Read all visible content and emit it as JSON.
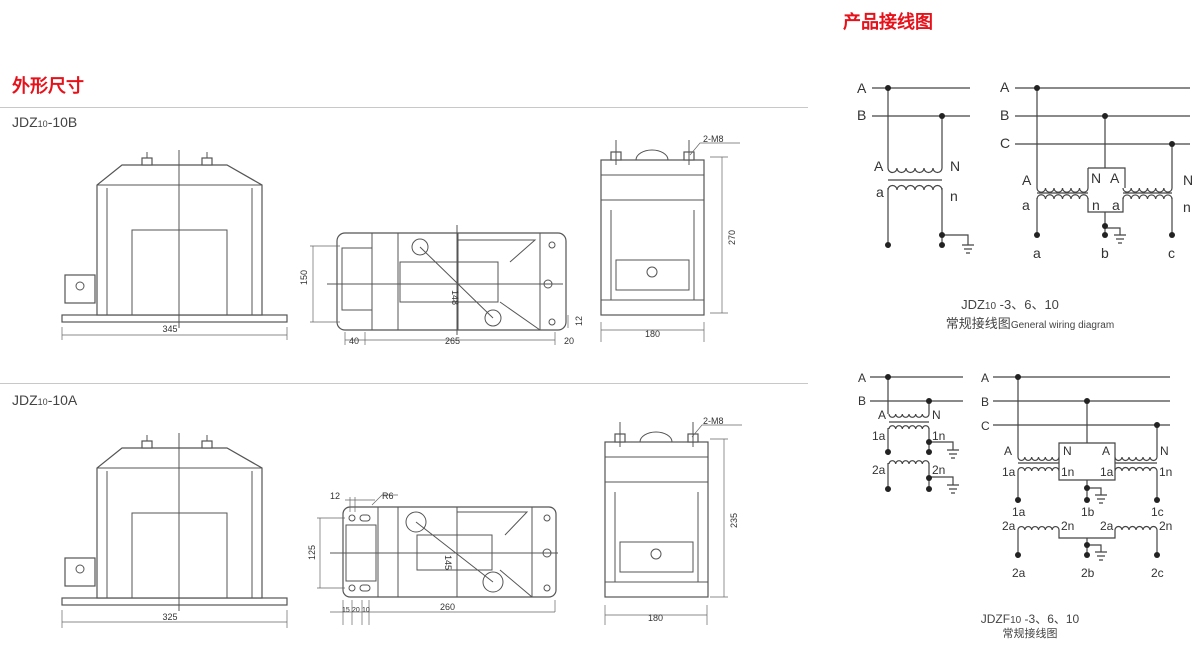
{
  "sections": {
    "dimensions_title": "外形尺寸",
    "wiring_title": "产品接线图"
  },
  "models": [
    {
      "prefix": "JDZ",
      "sub": "10",
      "suffix": "-10B",
      "front_width": "345",
      "plan_dims": [
        "150",
        "148",
        "40",
        "265",
        "20",
        "12"
      ],
      "side_height": "270",
      "side_width": "180",
      "bolt_label": "2-M8"
    },
    {
      "prefix": "JDZ",
      "sub": "10",
      "suffix": "-10A",
      "front_width": "325",
      "plan_dims": [
        "125",
        "145",
        "12",
        "R6",
        "260",
        "15",
        "20",
        "10"
      ],
      "side_height": "235",
      "side_width": "180",
      "bolt_label": "2-M8"
    }
  ],
  "wiring_general": {
    "caption_model_prefix": "JDZ",
    "caption_model_sub": "10",
    "caption_model_suffix": " -3、6、10",
    "caption_cn": "常规接线图",
    "caption_en": "General wiring diagram",
    "single_labels": [
      "A",
      "B",
      "A",
      "N",
      "a",
      "n"
    ],
    "three_labels": [
      "A",
      "B",
      "C",
      "A",
      "N",
      "A",
      "N",
      "a",
      "n",
      "a",
      "n",
      "a",
      "b",
      "c"
    ]
  },
  "wiring_jdzf": {
    "caption_model_prefix": "JDZF",
    "caption_model_sub": "10",
    "caption_model_suffix": " -3、6、10",
    "caption_cn": "常规接线图",
    "single_labels": [
      "A",
      "B",
      "A",
      "N",
      "1a",
      "1n",
      "2a",
      "2n"
    ],
    "three_labels": [
      "A",
      "B",
      "C",
      "A",
      "N",
      "A",
      "N",
      "1a",
      "1n",
      "1a",
      "1n",
      "1a",
      "1b",
      "1c",
      "2a",
      "2n",
      "2a",
      "2n",
      "2a",
      "2b",
      "2c"
    ]
  }
}
